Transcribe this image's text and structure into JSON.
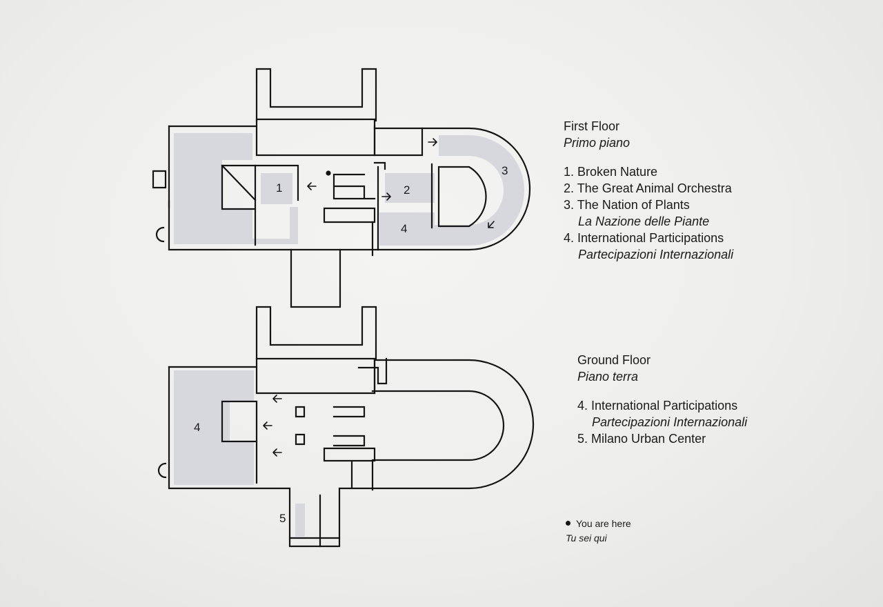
{
  "colors": {
    "room_fill": "#d7d7de",
    "wall": "#141414",
    "background": "#f0f0ee"
  },
  "first_floor": {
    "title": "First Floor",
    "subtitle": "Primo piano",
    "items": [
      {
        "label": "1. Broken Nature",
        "sub": ""
      },
      {
        "label": "2. The Great Animal Orchestra",
        "sub": ""
      },
      {
        "label": "3. The Nation of Plants",
        "sub": "La Nazione delle Piante"
      },
      {
        "label": "4. International Participations",
        "sub": "Partecipazioni Internazionali"
      }
    ],
    "room_numbers": [
      "1",
      "2",
      "3",
      "4"
    ]
  },
  "ground_floor": {
    "title": "Ground Floor",
    "subtitle": "Piano terra",
    "items": [
      {
        "label": "4. International Participations",
        "sub": "Partecipazioni Internazionali"
      },
      {
        "label": "5. Milano Urban Center",
        "sub": ""
      }
    ],
    "room_numbers": [
      "4",
      "5"
    ]
  },
  "you_are_here": {
    "label": "You are here",
    "sub": "Tu sei qui"
  },
  "icons": [
    "you-are-here-dot",
    "arrow-left-icon",
    "arrow-right-icon",
    "arrow-down-left-icon"
  ]
}
